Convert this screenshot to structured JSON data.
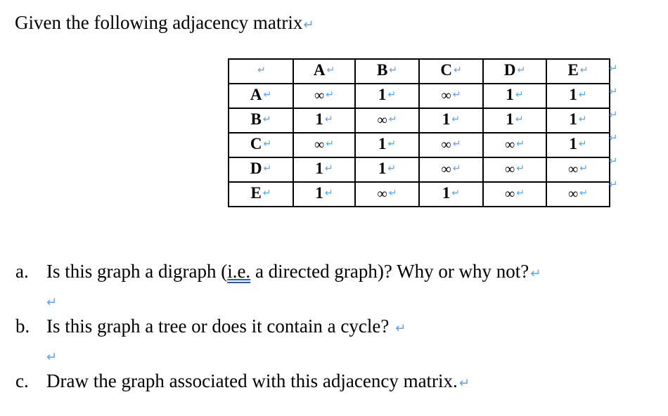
{
  "document": {
    "intro": "Given the following adjacency matrix",
    "paragraph_mark": "↵",
    "matrix": {
      "header": [
        "",
        "A",
        "B",
        "C",
        "D",
        "E"
      ],
      "rows": [
        {
          "label": "A",
          "cells": [
            "∞",
            "1",
            "∞",
            "1",
            "1"
          ]
        },
        {
          "label": "B",
          "cells": [
            "1",
            "∞",
            "1",
            "1",
            "1"
          ]
        },
        {
          "label": "C",
          "cells": [
            "∞",
            "1",
            "∞",
            "∞",
            "1"
          ]
        },
        {
          "label": "D",
          "cells": [
            "1",
            "1",
            "∞",
            "∞",
            "∞"
          ]
        },
        {
          "label": "E",
          "cells": [
            "1",
            "∞",
            "1",
            "∞",
            "∞"
          ]
        }
      ]
    },
    "questions": [
      {
        "label": "a.",
        "text_before": "Is this graph a digraph (",
        "underlined": "i.e.",
        "text_after": " a directed graph)? Why or why not?"
      },
      {
        "label": "b.",
        "text": "Is this graph a tree or does it contain a cycle? "
      },
      {
        "label": "c.",
        "text": "Draw the graph associated with this adjacency matrix."
      }
    ]
  }
}
